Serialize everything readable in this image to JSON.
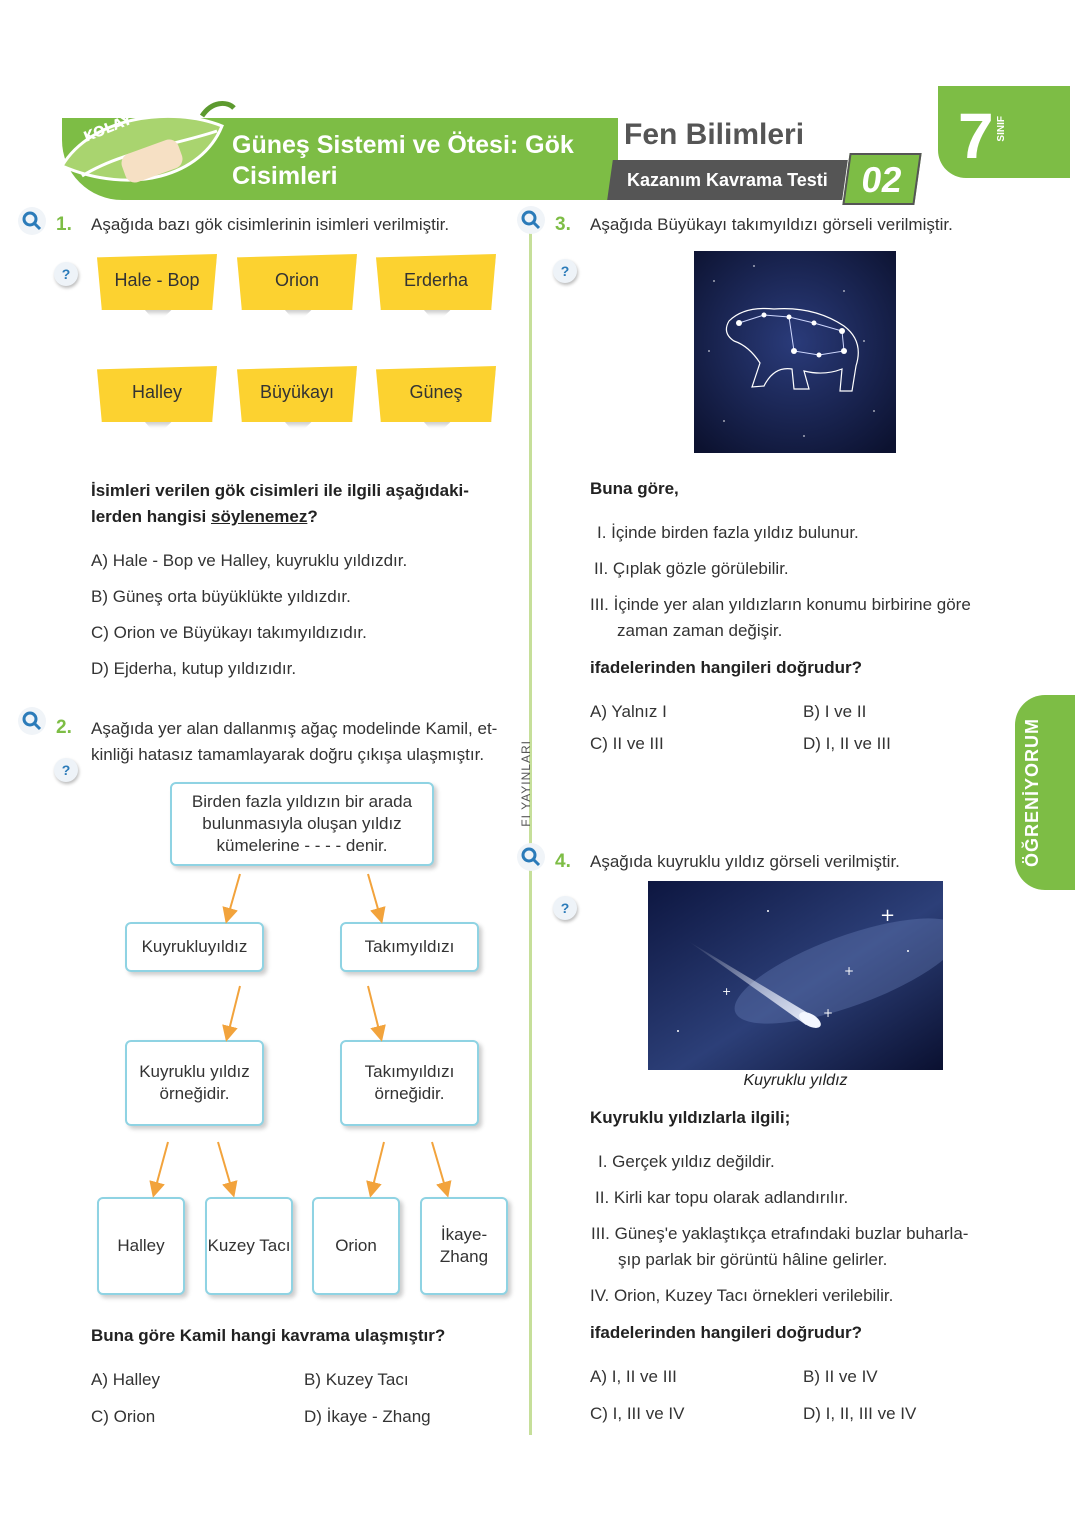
{
  "header": {
    "badge": "KOLAY",
    "title": "Güneş Sistemi ve Ötesi: Gök Cisimleri",
    "subject": "Fen Bilimleri",
    "test_label": "Kazanım Kavrama Testi",
    "test_number": "02",
    "grade": "7",
    "grade_label": "SINIF"
  },
  "side_tab": "ÖĞRENİYORUM",
  "publisher_vertical": "FI YAYINLARI",
  "help_symbol": "?",
  "q1": {
    "number": "1.",
    "text": "Aşağıda bazı gök cisimlerinin isimleri verilmiştir.",
    "notes": [
      "Hale - Bop",
      "Orion",
      "Erderha",
      "Halley",
      "Büyükayı",
      "Güneş"
    ],
    "stem_a": "İsimleri verilen gök cisimleri ile ilgili aşağıdaki-",
    "stem_b": "lerden hangisi ",
    "stem_u": "söylenemez",
    "stem_c": "?",
    "options": [
      "A) Hale - Bop ve Halley, kuyruklu yıldızdır.",
      "B) Güneş orta büyüklükte yıldızdır.",
      "C) Orion ve Büyükayı takımyıldızıdır.",
      "D) Ejderha, kutup yıldızıdır."
    ]
  },
  "q2": {
    "number": "2.",
    "text_a": "Aşağıda yer alan dallanmış ağaç modelinde Kamil, et-",
    "text_b": "kinliği hatasız tamamlayarak doğru çıkışa ulaşmıştır.",
    "root": "Birden fazla yıldızın bir arada bulunmasıyla oluşan yıldız kümelerine - - - - denir.",
    "level1": [
      "Kuyrukluyıldız",
      "Takımyıldızı"
    ],
    "level2": [
      "Kuyruklu yıldız örneğidir.",
      "Takımyıldızı örneğidir."
    ],
    "level3": [
      "Halley",
      "Kuzey Tacı",
      "Orion",
      "İkaye-Zhang"
    ],
    "stem": "Buna göre Kamil hangi kavrama ulaşmıştır?",
    "options": [
      "A) Halley",
      "B) Kuzey Tacı",
      "C) Orion",
      "D) İkaye - Zhang"
    ]
  },
  "q3": {
    "number": "3.",
    "text": "Aşağıda Büyükayı takımyıldızı görseli verilmiştir.",
    "lead": "Buna göre,",
    "statements": [
      "I.  İçinde birden fazla yıldız bulunur.",
      "II.  Çıplak gözle görülebilir.",
      "III.  İçinde yer alan yıldızların konumu birbirine göre",
      "zaman zaman değişir."
    ],
    "stem": "ifadelerinden hangileri doğrudur?",
    "options": [
      "A) Yalnız I",
      "B) I ve II",
      "C) II ve III",
      "D) I, II ve III"
    ]
  },
  "q4": {
    "number": "4.",
    "text": "Aşağıda kuyruklu yıldız görseli verilmiştir.",
    "caption": "Kuyruklu yıldız",
    "lead": "Kuyruklu yıldızlarla ilgili;",
    "statements": [
      "I.  Gerçek yıldız değildir.",
      "II.  Kirli kar topu olarak adlandırılır.",
      "III.  Güneş'e yaklaştıkça etrafındaki buzlar buharla-",
      "şıp parlak bir görüntü hâline gelirler.",
      "IV.  Orion, Kuzey Tacı örnekleri verilebilir."
    ],
    "stem": "ifadelerinden hangileri doğrudur?",
    "options": [
      "A) I, II ve III",
      "B) II ve IV",
      "C) I, III ve IV",
      "D) I, II, III ve IV"
    ]
  },
  "colors": {
    "green": "#7dbd45",
    "gray": "#555555",
    "yellow": "#fcd230",
    "cyan": "#8fd3e3",
    "orange": "#f2a33c"
  }
}
